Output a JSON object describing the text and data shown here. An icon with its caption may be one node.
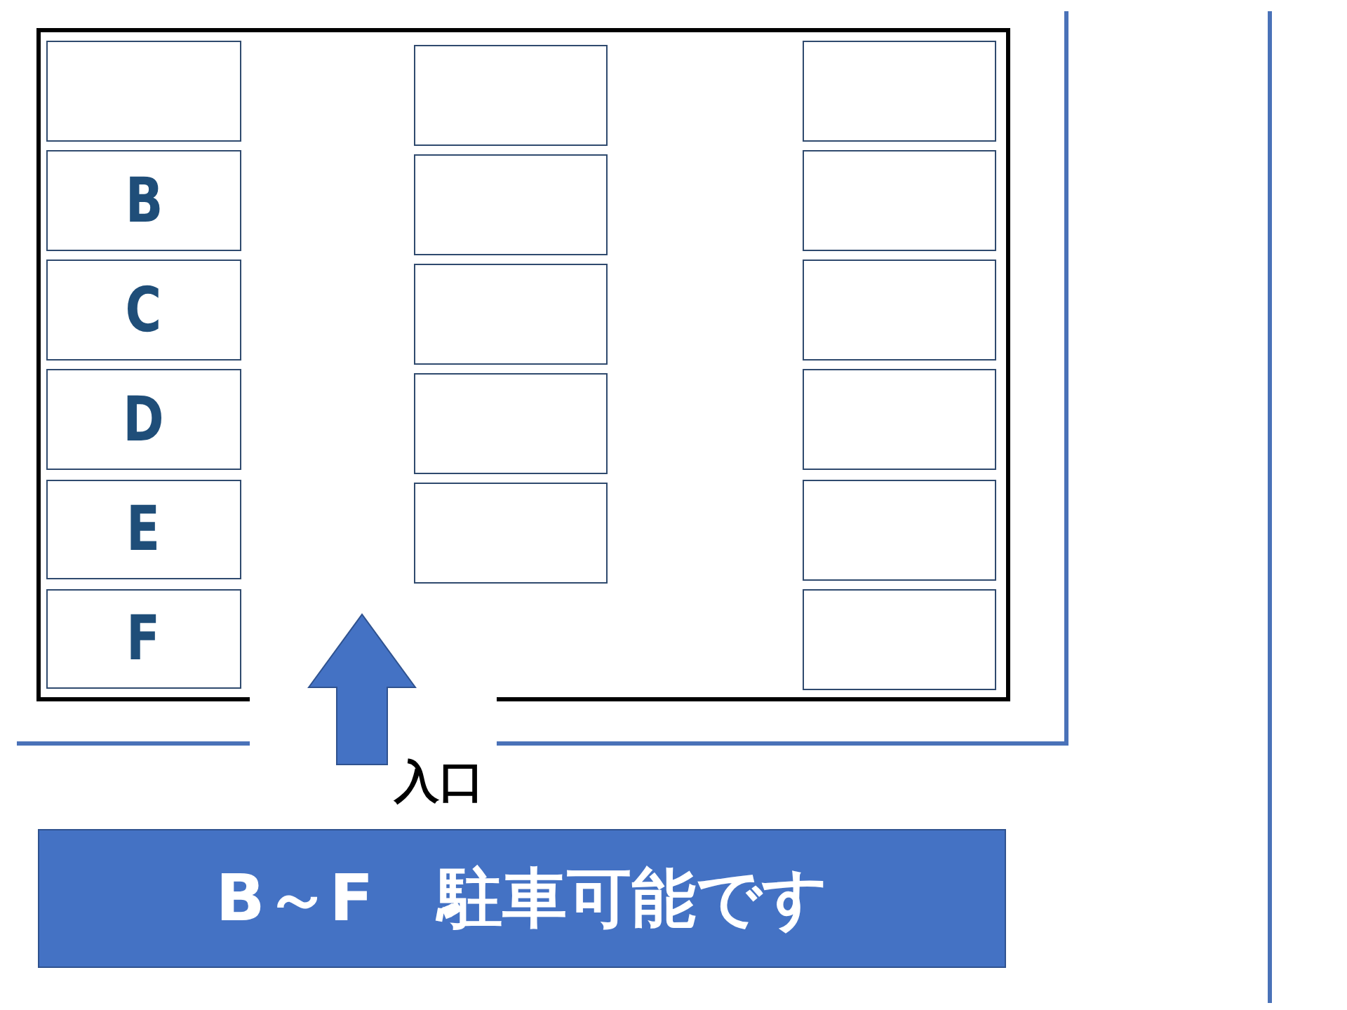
{
  "diagram": {
    "nodes": [
      {
        "text": [],
        "shape": "box"
      },
      {
        "text": [],
        "shape": "box",
        "in": 0
      },
      {
        "text": [
          "B"
        ],
        "in": 0
      },
      {
        "text": [
          "C"
        ],
        "in": 0
      },
      {
        "text": [
          "D"
        ],
        "in": 0
      },
      {
        "text": [
          "E"
        ],
        "in": 0
      },
      {
        "text": [
          "F"
        ],
        "in": 0
      },
      {
        "text": [],
        "shape": "box",
        "in": 0
      },
      {
        "text": [],
        "shape": "box",
        "in": 0
      },
      {
        "text": [],
        "shape": "box",
        "in": 0
      },
      {
        "text": [],
        "shape": "box",
        "in": 0
      },
      {
        "text": [],
        "shape": "box",
        "in": 0
      },
      {
        "text": [],
        "shape": "box",
        "in": 0
      },
      {
        "text": [],
        "shape": "box",
        "in": 0
      },
      {
        "text": [],
        "shape": "box",
        "in": 0
      },
      {
        "text": [],
        "shape": "box",
        "in": 0
      },
      {
        "text": [],
        "shape": "box",
        "in": 0
      },
      {
        "text": [],
        "shape": "box",
        "in": 0
      },
      {
        "text": [
          "B～F　駐車可能です"
        ]
      }
    ],
    "labels": [
      "入口"
    ]
  }
}
